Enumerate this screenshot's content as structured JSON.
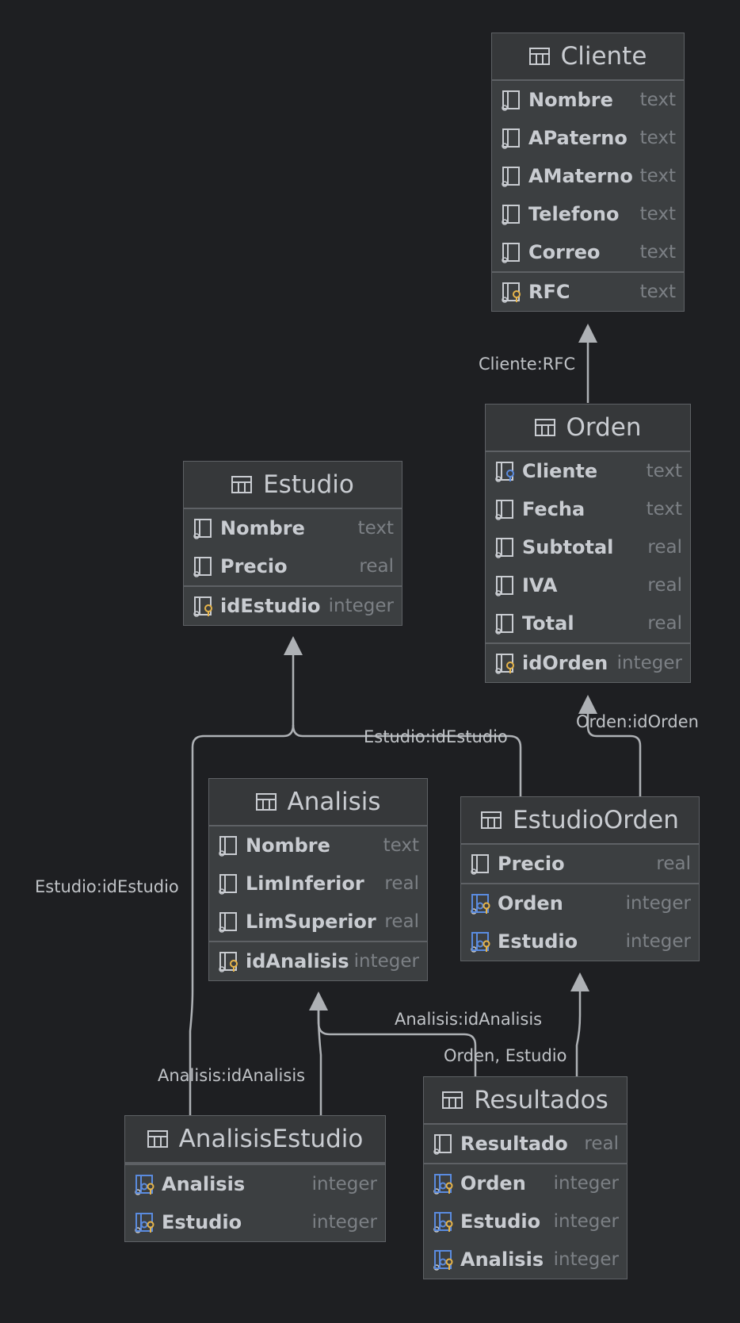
{
  "colors": {
    "background": "#1e1f22",
    "table_fill": "#3c3f41",
    "table_header": "#36383a",
    "border": "#5e6165",
    "text": "#c9ccd1",
    "type_text": "#7c8085",
    "edge": "#aeb1b5",
    "key_gold": "#e6b44a",
    "fk_blue": "#5a8bdf"
  },
  "tables": {
    "cliente": {
      "title": "Cliente",
      "columns": [
        {
          "name": "Nombre",
          "type": "text",
          "icon": "column-icon"
        },
        {
          "name": "APaterno",
          "type": "text",
          "icon": "column-icon"
        },
        {
          "name": "AMaterno",
          "type": "text",
          "icon": "column-icon"
        },
        {
          "name": "Telefono",
          "type": "text",
          "icon": "column-icon"
        },
        {
          "name": "Correo",
          "type": "text",
          "icon": "column-icon"
        },
        {
          "name": "RFC",
          "type": "text",
          "icon": "primary-key-icon"
        }
      ]
    },
    "orden": {
      "title": "Orden",
      "columns": [
        {
          "name": "Cliente",
          "type": "text",
          "icon": "foreign-key-icon"
        },
        {
          "name": "Fecha",
          "type": "text",
          "icon": "column-icon"
        },
        {
          "name": "Subtotal",
          "type": "real",
          "icon": "column-icon"
        },
        {
          "name": "IVA",
          "type": "real",
          "icon": "column-icon"
        },
        {
          "name": "Total",
          "type": "real",
          "icon": "column-icon"
        },
        {
          "name": "idOrden",
          "type": "integer",
          "icon": "primary-key-icon"
        }
      ]
    },
    "estudio": {
      "title": "Estudio",
      "columns": [
        {
          "name": "Nombre",
          "type": "text",
          "icon": "column-icon"
        },
        {
          "name": "Precio",
          "type": "real",
          "icon": "column-icon"
        },
        {
          "name": "idEstudio",
          "type": "integer",
          "icon": "primary-key-icon"
        }
      ]
    },
    "analisis": {
      "title": "Analisis",
      "columns": [
        {
          "name": "Nombre",
          "type": "text",
          "icon": "column-icon"
        },
        {
          "name": "LimInferior",
          "type": "real",
          "icon": "column-icon"
        },
        {
          "name": "LimSuperior",
          "type": "real",
          "icon": "column-icon"
        },
        {
          "name": "idAnalisis",
          "type": "integer",
          "icon": "primary-key-icon"
        }
      ]
    },
    "estudioorden": {
      "title": "EstudioOrden",
      "columns": [
        {
          "name": "Precio",
          "type": "real",
          "icon": "column-icon"
        },
        {
          "name": "Orden",
          "type": "integer",
          "icon": "primary-foreign-key-icon"
        },
        {
          "name": "Estudio",
          "type": "integer",
          "icon": "primary-foreign-key-icon"
        }
      ]
    },
    "resultados": {
      "title": "Resultados",
      "columns": [
        {
          "name": "Resultado",
          "type": "real",
          "icon": "column-icon"
        },
        {
          "name": "Orden",
          "type": "integer",
          "icon": "primary-foreign-key-icon"
        },
        {
          "name": "Estudio",
          "type": "integer",
          "icon": "primary-foreign-key-icon"
        },
        {
          "name": "Analisis",
          "type": "integer",
          "icon": "primary-foreign-key-icon"
        }
      ]
    },
    "analisisestudio": {
      "title": "AnalisisEstudio",
      "columns": [
        {
          "name": "Analisis",
          "type": "integer",
          "icon": "primary-foreign-key-icon"
        },
        {
          "name": "Estudio",
          "type": "integer",
          "icon": "primary-foreign-key-icon"
        }
      ]
    }
  },
  "relations": {
    "orden_cliente": "Cliente:RFC",
    "estudioorden_orden": "Orden:idOrden",
    "estudioorden_estudio": "Estudio:idEstudio",
    "analisisestudio_estudio": "Estudio:idEstudio",
    "analisisestudio_analisis": "Analisis:idAnalisis",
    "resultados_analisis": "Analisis:idAnalisis",
    "resultados_estudioorden": "Orden, Estudio"
  }
}
